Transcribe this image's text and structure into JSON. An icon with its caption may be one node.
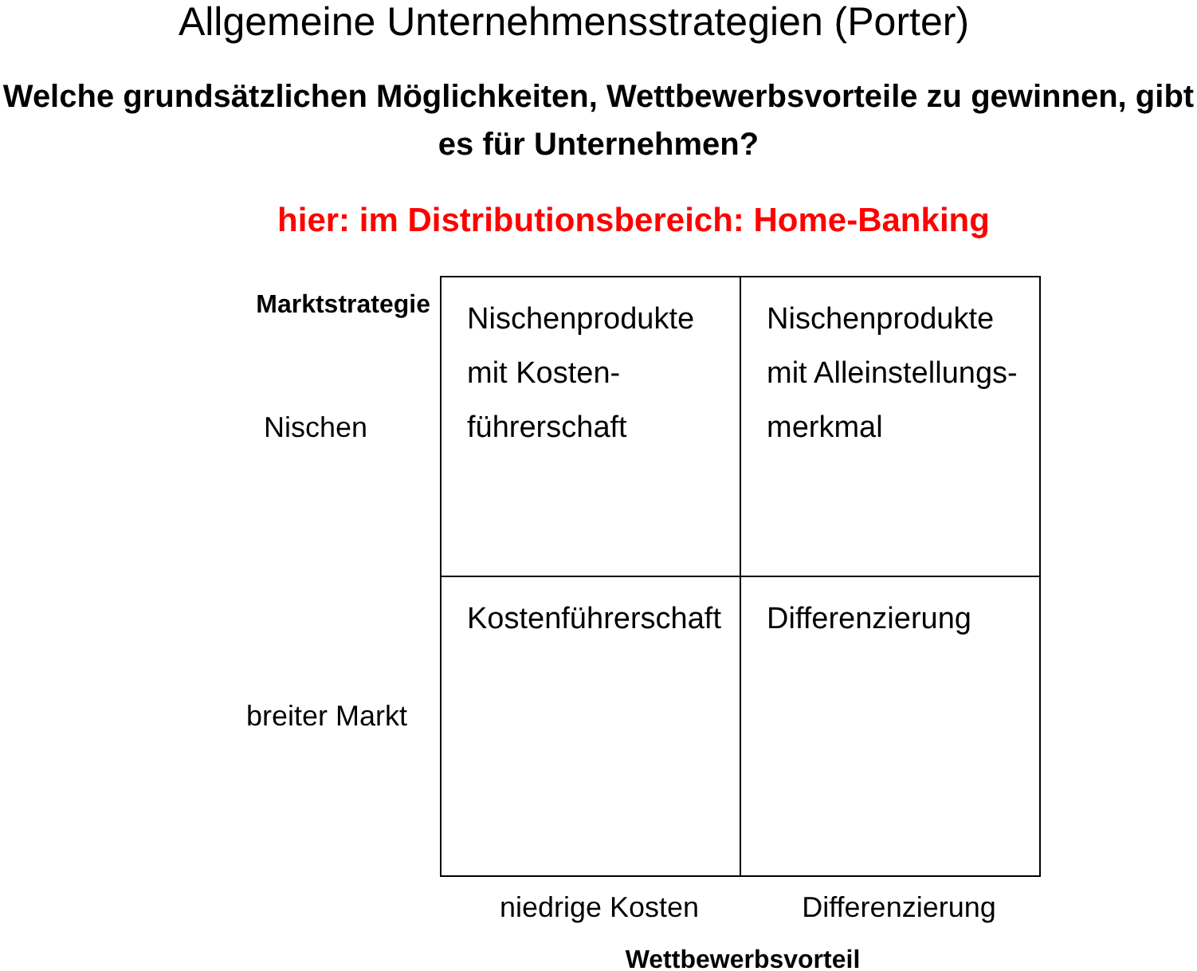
{
  "diagram": {
    "title": "Allgemeine Unternehmensstrategien (Porter)",
    "nodes": [
      {
        "text": [
          "Nischenprodukte mit Kosten- führerschaft"
        ]
      },
      {
        "text": [
          "Nischenprodukte mit Alleinstellungs- merkmal"
        ]
      },
      {
        "text": [
          "Kostenführerschaft"
        ]
      },
      {
        "text": [
          "Differenzierung"
        ]
      }
    ],
    "edges": [],
    "labels": [
      "Welche grundsätzlichen Möglichkeiten, Wettbewerbsvorteile zu gewinnen, gibt es für Unternehmen?",
      "hier: im Distributionsbereich: Home-Banking",
      "Marktstrategie",
      "Nischen",
      "breiter Markt",
      "niedrige Kosten",
      "Differenzierung",
      "Wettbewerbsvorteil"
    ]
  }
}
